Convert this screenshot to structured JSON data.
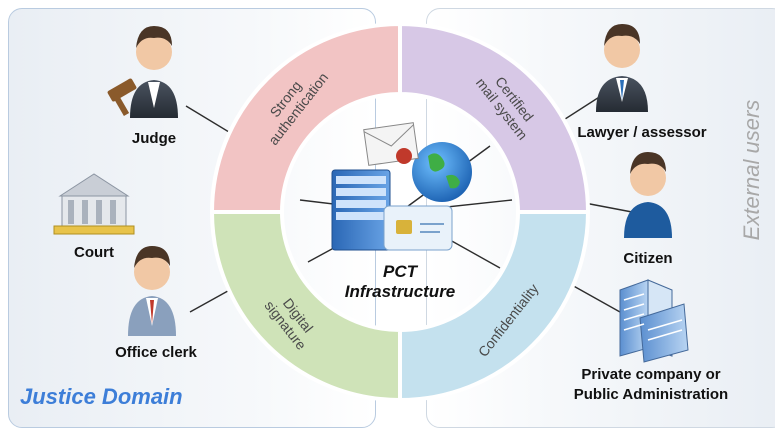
{
  "left_domain": {
    "title": "Justice Domain",
    "actors": [
      {
        "label": "Judge",
        "icon": "judge-with-gavel-icon"
      },
      {
        "label": "Court",
        "icon": "courthouse-icon"
      },
      {
        "label": "Office clerk",
        "icon": "office-clerk-icon"
      }
    ]
  },
  "right_domain": {
    "title": "External users",
    "actors": [
      {
        "label": "Lawyer / assessor",
        "icon": "lawyer-person-icon"
      },
      {
        "label": "Citizen",
        "icon": "citizen-person-icon"
      },
      {
        "label_line1": "Private company or",
        "label_line2": "Public Administration",
        "icon": "office-building-icon"
      }
    ]
  },
  "center": {
    "line1": "PCT",
    "line2": "Infrastructure",
    "icon": "server-mail-globe-smartcard-icon"
  },
  "segments": [
    {
      "line1": "Strong",
      "line2": "authentication",
      "color": "#f2c4c4"
    },
    {
      "line1": "Certified",
      "line2": "mail system",
      "color": "#d7c8e6"
    },
    {
      "line1": "Confidentiality",
      "line2": "",
      "color": "#c4e1ee"
    },
    {
      "line1": "Digital",
      "line2": "signature",
      "color": "#cfe3b8"
    }
  ]
}
